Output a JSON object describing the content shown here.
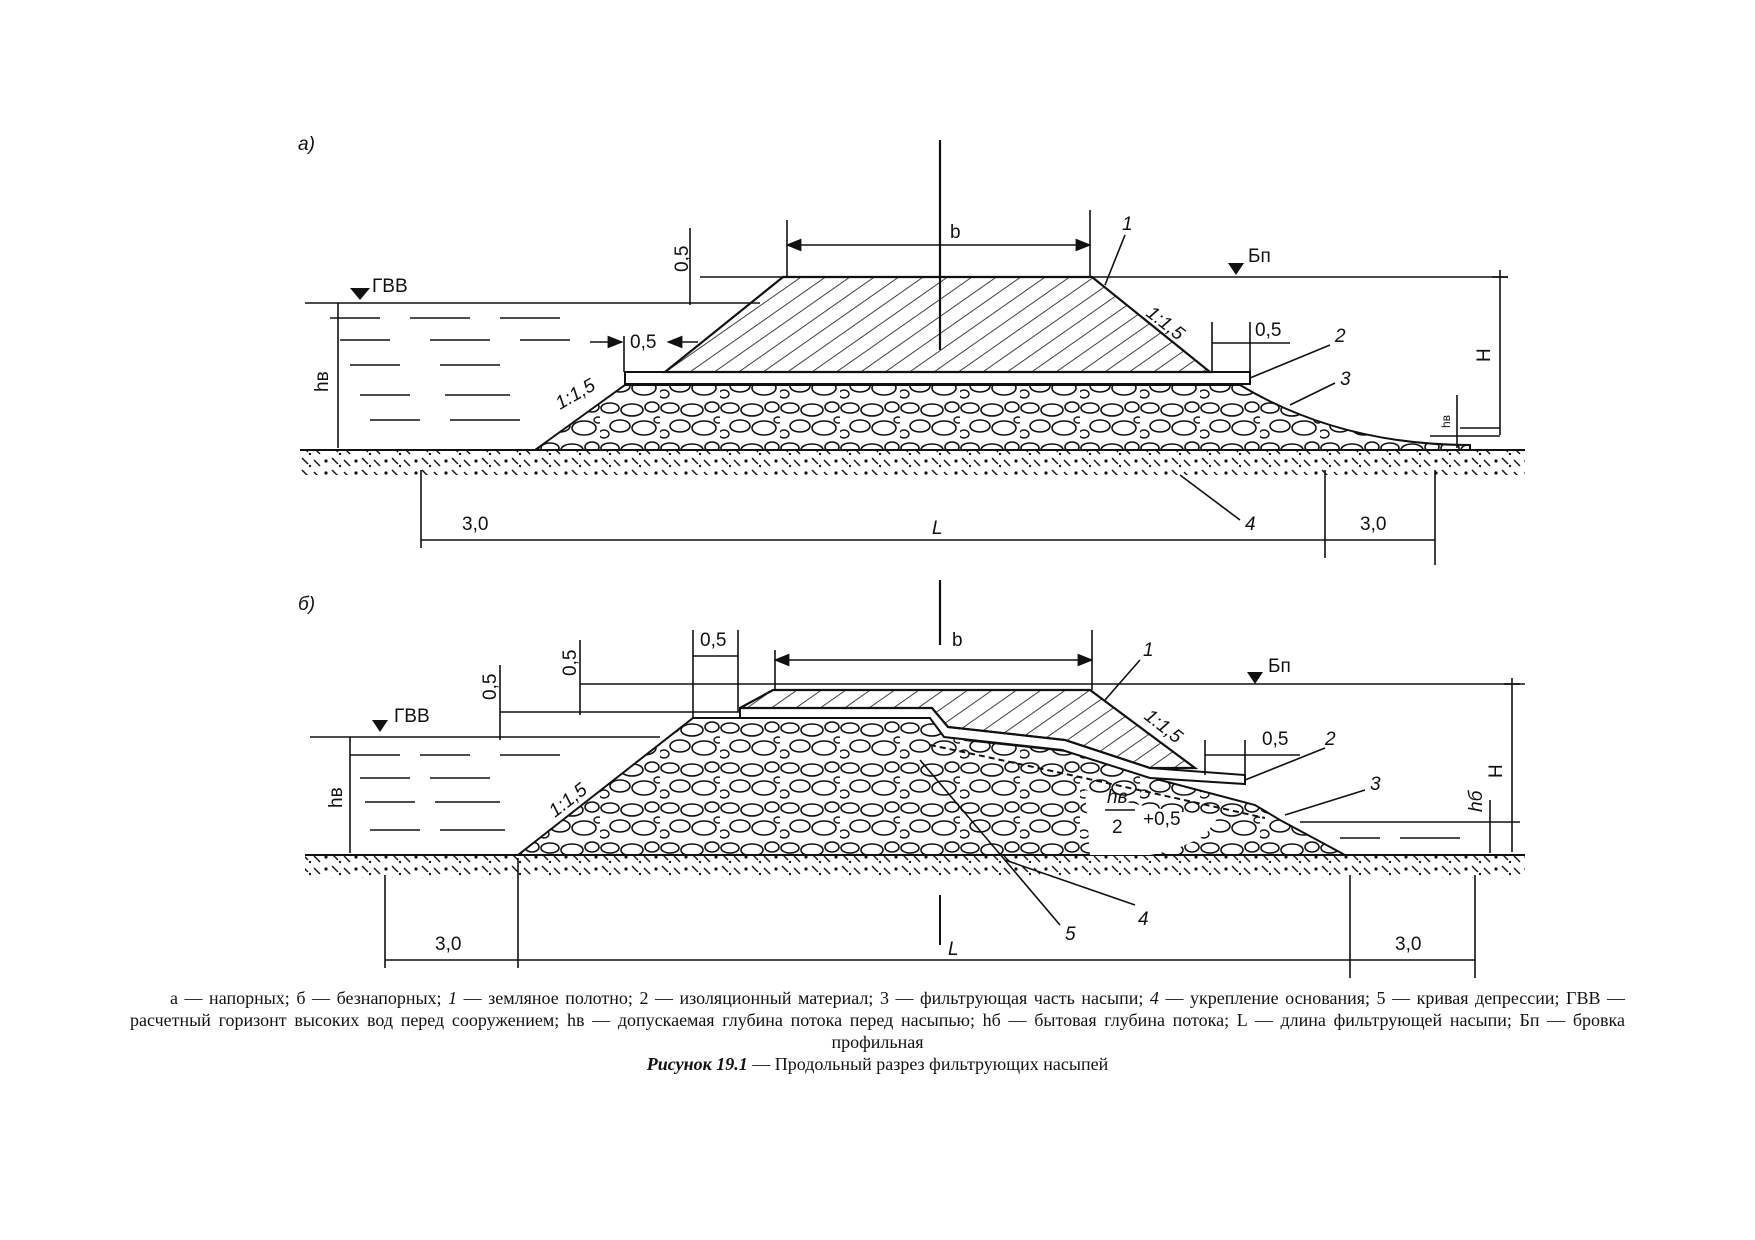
{
  "panel_a": {
    "label": "а)",
    "b": "b",
    "gvv": "ГВВ",
    "bp": "Бп",
    "H": "H",
    "hv": "hв",
    "slope_left": "1:1,5",
    "slope_right": "1:1,5",
    "dim_05_top": "0,5",
    "dim_05_left": "0,5",
    "dim_05_right": "0,5",
    "n1": "1",
    "n2": "2",
    "n3": "3",
    "n4": "4",
    "dim_30_left": "3,0",
    "dim_30_right": "3,0",
    "L": "L"
  },
  "panel_b": {
    "label": "б)",
    "b": "b",
    "gvv": "ГВВ",
    "bp": "Бп",
    "H": "H",
    "hv": "hв",
    "hb": "hб",
    "slope_left": "1:1,5",
    "slope_right": "1:1,5",
    "dim_05_a": "0,5",
    "dim_05_b": "0,5",
    "dim_05_c": "0,5",
    "dim_05_right": "0,5",
    "frac_num": "hв",
    "frac_den": "2",
    "frac_plus": "+0,5",
    "n1": "1",
    "n2": "2",
    "n3": "3",
    "n4": "4",
    "n5": "5",
    "dim_30_left": "3,0",
    "dim_30_right": "3,0",
    "L": "L"
  },
  "caption": {
    "legend_p1": "а — напорных; б — безнапорных; ",
    "legend_i1": "1",
    "legend_p2": " — земляное полотно; 2 — изоляционный материал; 3 — фильтрующая часть насыпи; ",
    "legend_i4": "4",
    "legend_p3": " — укрепление основания; 5 — кривая депрессии; ГВВ — расчетный горизонт высоких вод перед сооружением; hв — допускаемая глубина потока перед насыпью; hб — бытовая глубина потока; L — длина фильтрующей насыпи; Бп — бровка профильная",
    "figure_label": "Рисунок 19.1",
    "figure_title": " — Продольный разрез фильтрующих насыпей"
  }
}
